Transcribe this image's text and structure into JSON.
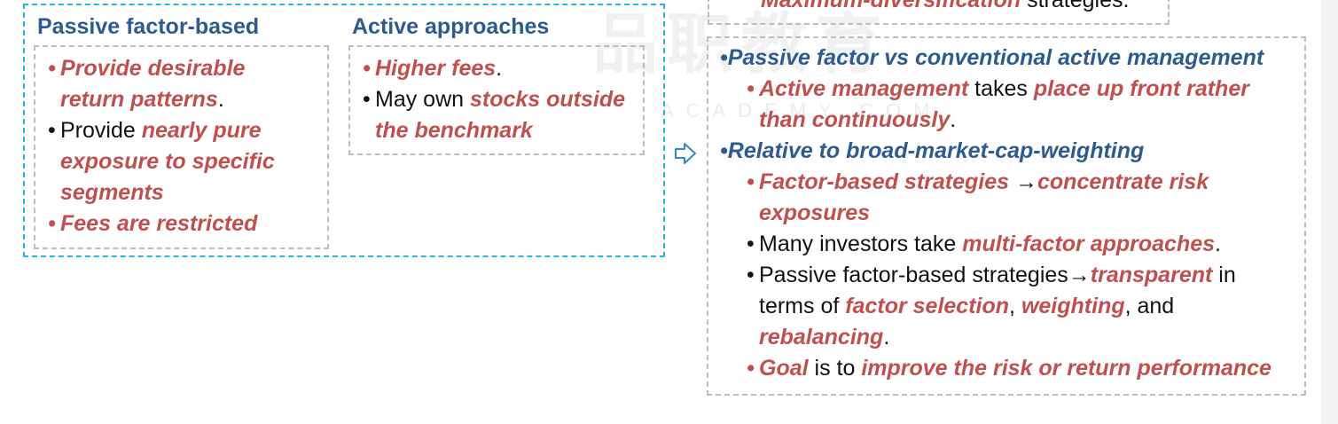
{
  "left_panel": {
    "passive": {
      "heading": "Passive factor-based",
      "bullet1": [
        "Provide desirable",
        "return patterns",
        "."
      ],
      "bullet2": [
        "Provide ",
        "nearly pure",
        "exposure to specific",
        "segments"
      ],
      "bullet3": "Fees are restricted"
    },
    "active": {
      "heading": "Active approaches",
      "bullet1": [
        "Higher fees",
        "."
      ],
      "bullet2": [
        "May own ",
        "stocks outside",
        "the benchmark"
      ]
    }
  },
  "top_box": {
    "text_red": "Maximum-diversification",
    "text_plain": " strategies."
  },
  "right_panel": {
    "item1": {
      "title": "Passive factor vs conventional active management",
      "sub": [
        "Active management",
        " takes ",
        "place up front rather",
        "than continuously",
        "."
      ]
    },
    "item2": {
      "title": "Relative to broad-market-cap-weighting",
      "sub1": [
        "Factor-based strategies",
        " →",
        "concentrate risk",
        "exposures"
      ],
      "sub2": [
        "Many investors take ",
        "multi-factor approaches",
        "."
      ],
      "sub3": [
        "Passive factor-based strategies→",
        "transparent",
        " in",
        "terms of ",
        "factor selection",
        ", ",
        "weighting",
        ", and",
        "rebalancing",
        "."
      ],
      "sub4": [
        "Goal",
        " is to ",
        "improve the risk or return performance"
      ]
    }
  },
  "watermark": {
    "cn": "品职教育",
    "en": "ACADEMY.COM"
  },
  "colors": {
    "red": "#c0504d",
    "blue": "#2e5b8f",
    "cyan_border": "#29b6d8",
    "grey_border": "#bdbdbd"
  }
}
